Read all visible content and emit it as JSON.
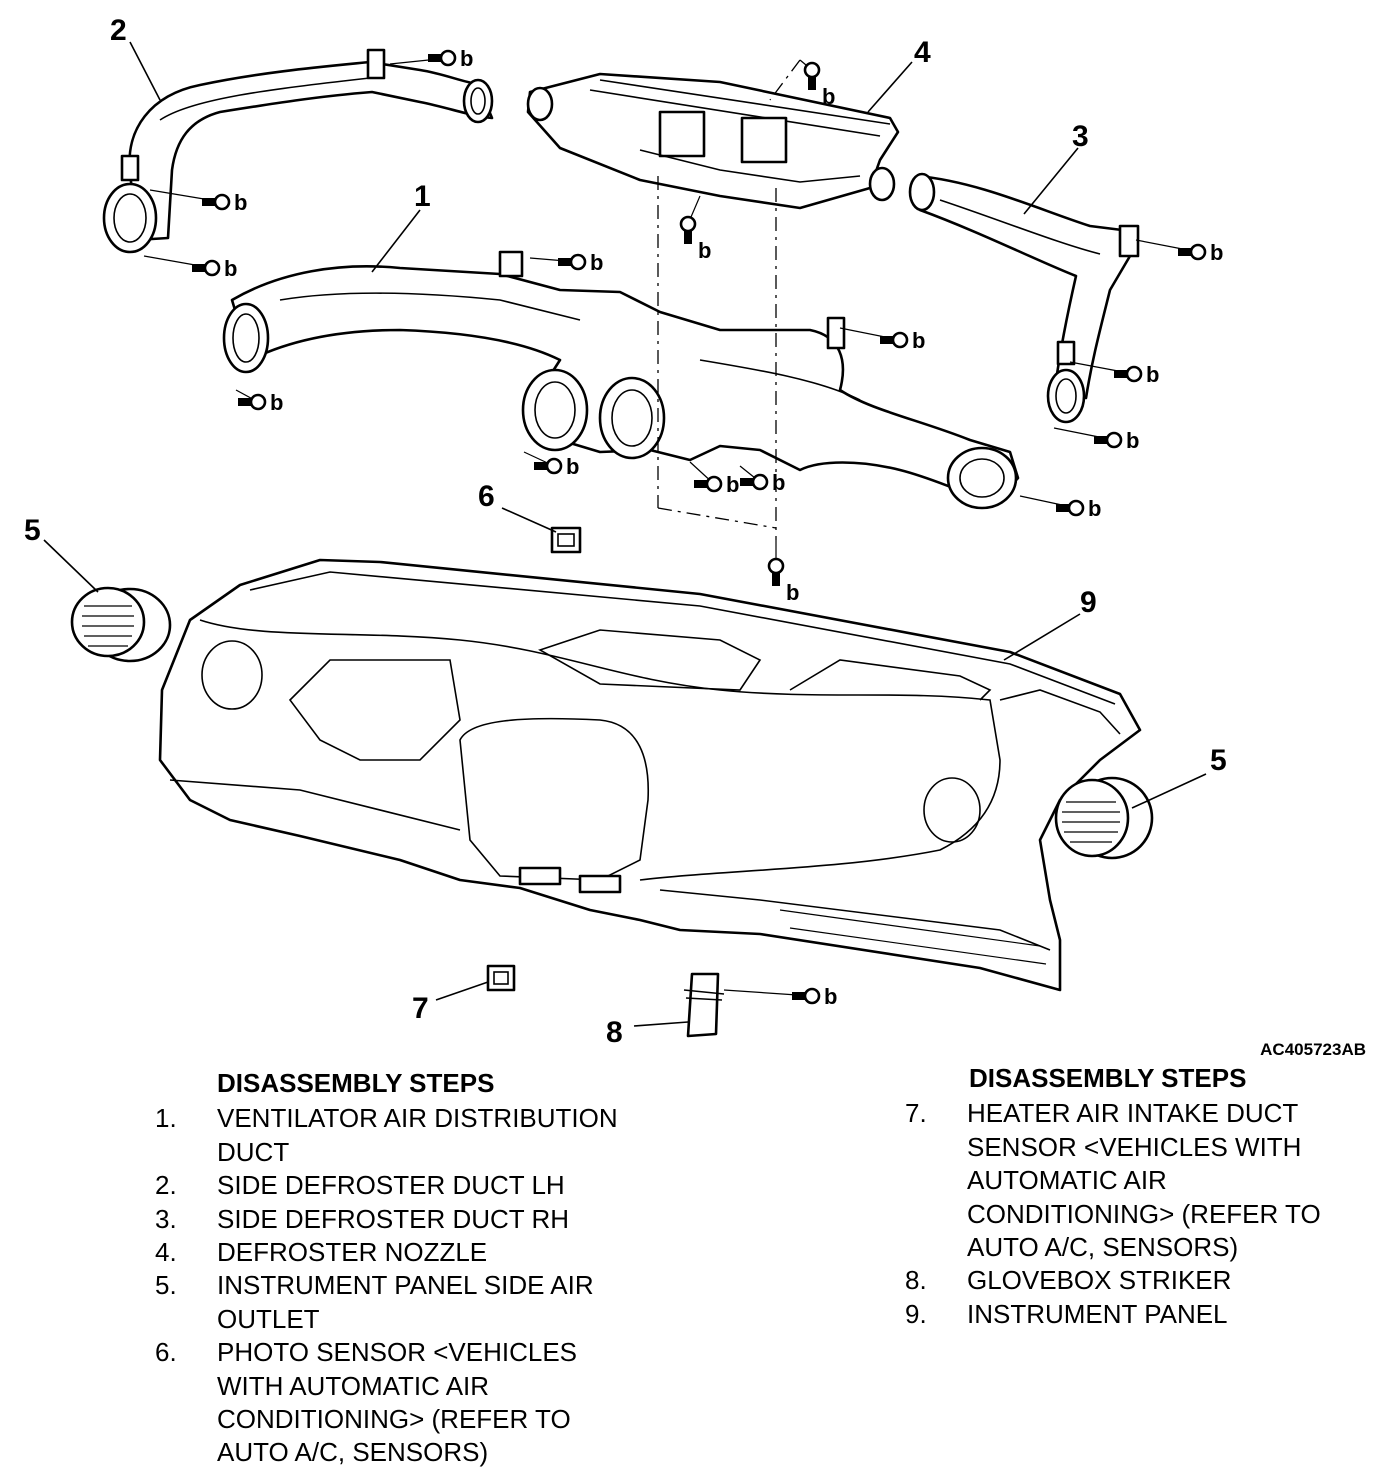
{
  "figure_id": "AC405723AB",
  "fastener_label": "b",
  "callouts": [
    "1",
    "2",
    "3",
    "4",
    "5",
    "5",
    "6",
    "7",
    "8",
    "9"
  ],
  "steps_left": {
    "heading": "DISASSEMBLY STEPS",
    "items": [
      {
        "num": "1.",
        "text": "VENTILATOR AIR DISTRIBUTION\nDUCT"
      },
      {
        "num": "2.",
        "text": "SIDE DEFROSTER DUCT LH"
      },
      {
        "num": "3.",
        "text": "SIDE DEFROSTER DUCT RH"
      },
      {
        "num": "4.",
        "text": "DEFROSTER NOZZLE"
      },
      {
        "num": "5.",
        "text": "INSTRUMENT PANEL SIDE AIR\nOUTLET"
      },
      {
        "num": "6.",
        "text": "PHOTO SENSOR <VEHICLES\nWITH AUTOMATIC AIR\nCONDITIONING> (REFER TO\nAUTO A/C, SENSORS)"
      }
    ]
  },
  "steps_right": {
    "heading": "DISASSEMBLY STEPS",
    "items": [
      {
        "num": "7.",
        "text": "HEATER AIR INTAKE DUCT\nSENSOR <VEHICLES WITH\nAUTOMATIC AIR\nCONDITIONING> (REFER TO\nAUTO A/C, SENSORS)"
      },
      {
        "num": "8.",
        "text": "GLOVEBOX STRIKER"
      },
      {
        "num": "9.",
        "text": "INSTRUMENT PANEL"
      }
    ]
  }
}
